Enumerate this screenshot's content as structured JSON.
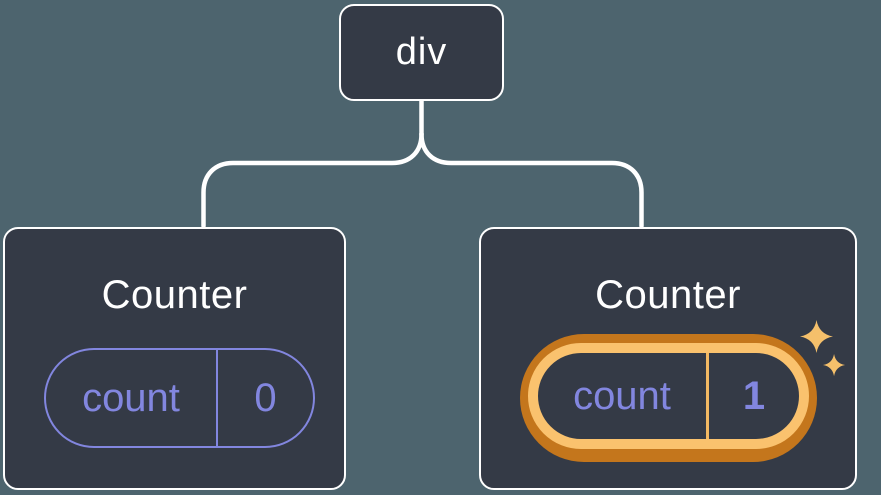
{
  "diagram": {
    "root": {
      "label": "div"
    },
    "children": [
      {
        "title": "Counter",
        "state_name": "count",
        "state_value": "0",
        "highlighted": false
      },
      {
        "title": "Counter",
        "state_name": "count",
        "state_value": "1",
        "highlighted": true
      }
    ],
    "icons": [
      "sparkles-icon"
    ]
  },
  "colors": {
    "canvas_bg": "#4d646e",
    "node_bg": "#343a46",
    "node_border": "#ffffff",
    "connector": "#ffffff",
    "title_text": "#ffffff",
    "state_accent": "#8286df",
    "highlight_dark": "#c4761c",
    "highlight_light": "#fac26e",
    "highlight_divider": "#f3b963",
    "sparkle": "#f5c06b"
  }
}
